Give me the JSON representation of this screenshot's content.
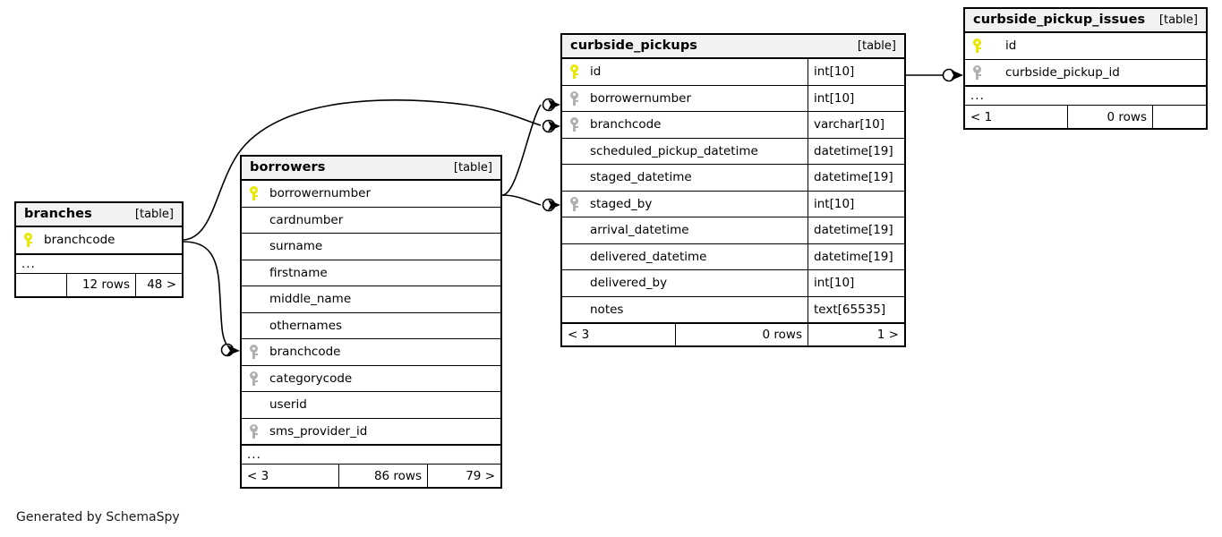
{
  "caption": "Generated by SchemaSpy",
  "table_tag": "[table]",
  "ellipsis": "...",
  "tables": {
    "branches": {
      "name": "branches",
      "tag": "[table]",
      "columns": [
        {
          "name": "branchcode",
          "key": "pk"
        }
      ],
      "has_ellipsis": true,
      "footer": {
        "left": "",
        "middle": "12 rows",
        "right": "48 >"
      }
    },
    "borrowers": {
      "name": "borrowers",
      "tag": "[table]",
      "columns": [
        {
          "name": "borrowernumber",
          "key": "pk"
        },
        {
          "name": "cardnumber",
          "key": "none"
        },
        {
          "name": "surname",
          "key": "none"
        },
        {
          "name": "firstname",
          "key": "none"
        },
        {
          "name": "middle_name",
          "key": "none"
        },
        {
          "name": "othernames",
          "key": "none"
        },
        {
          "name": "branchcode",
          "key": "fk"
        },
        {
          "name": "categorycode",
          "key": "fk"
        },
        {
          "name": "userid",
          "key": "none"
        },
        {
          "name": "sms_provider_id",
          "key": "fk"
        }
      ],
      "has_ellipsis": true,
      "footer": {
        "left": "< 3",
        "middle": "86 rows",
        "right": "79 >"
      }
    },
    "curbside_pickups": {
      "name": "curbside_pickups",
      "tag": "[table]",
      "columns": [
        {
          "name": "id",
          "key": "pk",
          "type": "int[10]"
        },
        {
          "name": "borrowernumber",
          "key": "fk",
          "type": "int[10]"
        },
        {
          "name": "branchcode",
          "key": "fk",
          "type": "varchar[10]"
        },
        {
          "name": "scheduled_pickup_datetime",
          "key": "none",
          "type": "datetime[19]"
        },
        {
          "name": "staged_datetime",
          "key": "none",
          "type": "datetime[19]"
        },
        {
          "name": "staged_by",
          "key": "fk",
          "type": "int[10]"
        },
        {
          "name": "arrival_datetime",
          "key": "none",
          "type": "datetime[19]"
        },
        {
          "name": "delivered_datetime",
          "key": "none",
          "type": "datetime[19]"
        },
        {
          "name": "delivered_by",
          "key": "none",
          "type": "int[10]"
        },
        {
          "name": "notes",
          "key": "none",
          "type": "text[65535]"
        }
      ],
      "has_ellipsis": false,
      "footer": {
        "left": "< 3",
        "middle": "0 rows",
        "right": "1 >"
      }
    },
    "curbside_pickup_issues": {
      "name": "curbside_pickup_issues",
      "tag": "[table]",
      "columns": [
        {
          "name": "id",
          "key": "pk"
        },
        {
          "name": "curbside_pickup_id",
          "key": "fk"
        }
      ],
      "has_ellipsis": true,
      "footer": {
        "left": "< 1",
        "middle": "0 rows",
        "right": ""
      }
    }
  },
  "colors": {
    "primary_key": "#e8e800",
    "foreign_key": "#b0b0b0",
    "header_bg": "#f2f2f2",
    "border": "#000000"
  }
}
